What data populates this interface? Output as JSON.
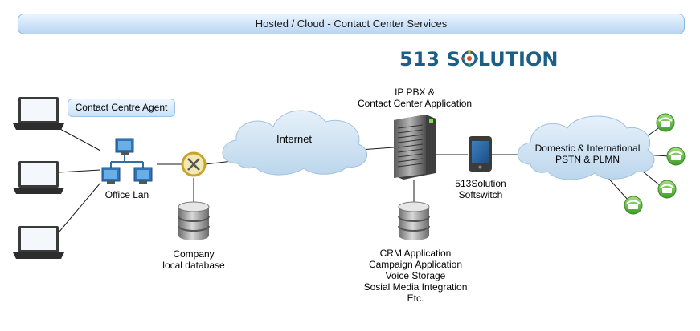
{
  "banner": {
    "title": "Hosted / Cloud - Contact Center Services"
  },
  "logo": {
    "text_left": "513 S",
    "text_right": "LUTION"
  },
  "agent": {
    "label": "Contact Centre Agent"
  },
  "office_lan": {
    "label": "Office Lan"
  },
  "company_db": {
    "line1": "Company",
    "line2": "local database"
  },
  "internet": {
    "label": "Internet"
  },
  "ip_pbx": {
    "line1": "IP PBX &",
    "line2": "Contact Center Application"
  },
  "crm": {
    "lines": [
      "CRM Application",
      "Campaign Application",
      "Voice Storage",
      "Sosial Media Integration",
      "Etc."
    ]
  },
  "softswitch": {
    "line1": "513Solution",
    "line2": "Softswitch"
  },
  "pstn": {
    "line1": "Domestic & International",
    "line2": "PSTN & PLMN"
  },
  "colors": {
    "cloud": "#cfe3f3",
    "banner": "#cfe3f8",
    "logo": "#1c5f86",
    "phone": "#6cc04a"
  }
}
